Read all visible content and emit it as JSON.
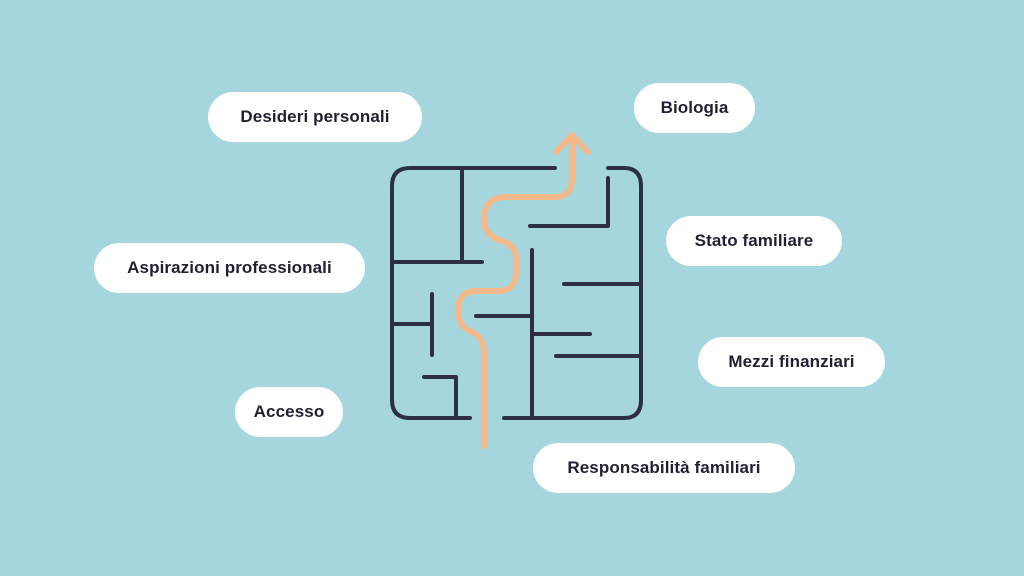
{
  "colors": {
    "background": "#a5d6dd",
    "maze_walls": "#2d2f48",
    "path_arrow": "#f3b98b",
    "label_background": "#ffffff",
    "label_text": "#1f2133"
  },
  "icons": {
    "maze": "maze-icon",
    "arrow": "arrow-up-icon"
  },
  "labels": {
    "desideri": "Desideri personali",
    "biologia": "Biologia",
    "stato": "Stato familiare",
    "aspirazioni": "Aspirazioni professionali",
    "mezzi": "Mezzi finanziari",
    "accesso": "Accesso",
    "responsabilita": "Responsabilità familiari"
  }
}
